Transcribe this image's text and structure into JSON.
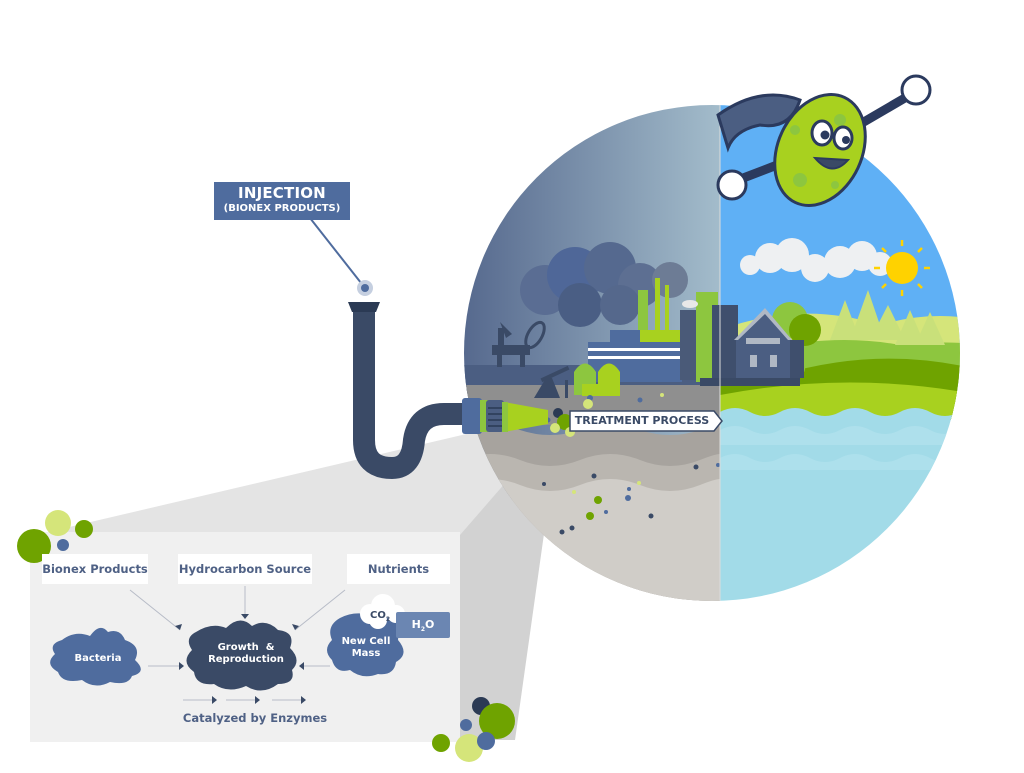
{
  "injection": {
    "title": "INJECTION",
    "subtitle": "(BIONEX PRODUCTS)"
  },
  "scene": {
    "treatment_label": "TREATMENT PROCESS",
    "left_half": "polluted-industrial",
    "right_half": "clean-nature"
  },
  "process_panel": {
    "inputs": [
      {
        "label": "Bionex Products"
      },
      {
        "label": "Hydrocarbon Source"
      },
      {
        "label": "Nutrients"
      }
    ],
    "bacteria_label": "Bacteria",
    "center_label_line1": "Growth  &",
    "center_label_line2": "Reproduction",
    "output_label_line1": "New Cell",
    "output_label_line2": "Mass",
    "co2_main": "CO",
    "co2_sub": "2",
    "h2o_main_h": "H",
    "h2o_sub": "2",
    "h2o_main_o": "O",
    "footer": "Catalyzed by Enzymes"
  },
  "colors": {
    "navy": "#3a4a66",
    "slate_blue": "#4f6c9e",
    "lime": "#a8d11f",
    "green": "#6fa300",
    "pale_green": "#d5e57a",
    "sky": "#5fb0f5",
    "water": "#a2dbe8",
    "panel_bg": "#f0f0f0",
    "sun": "#ffd200"
  }
}
